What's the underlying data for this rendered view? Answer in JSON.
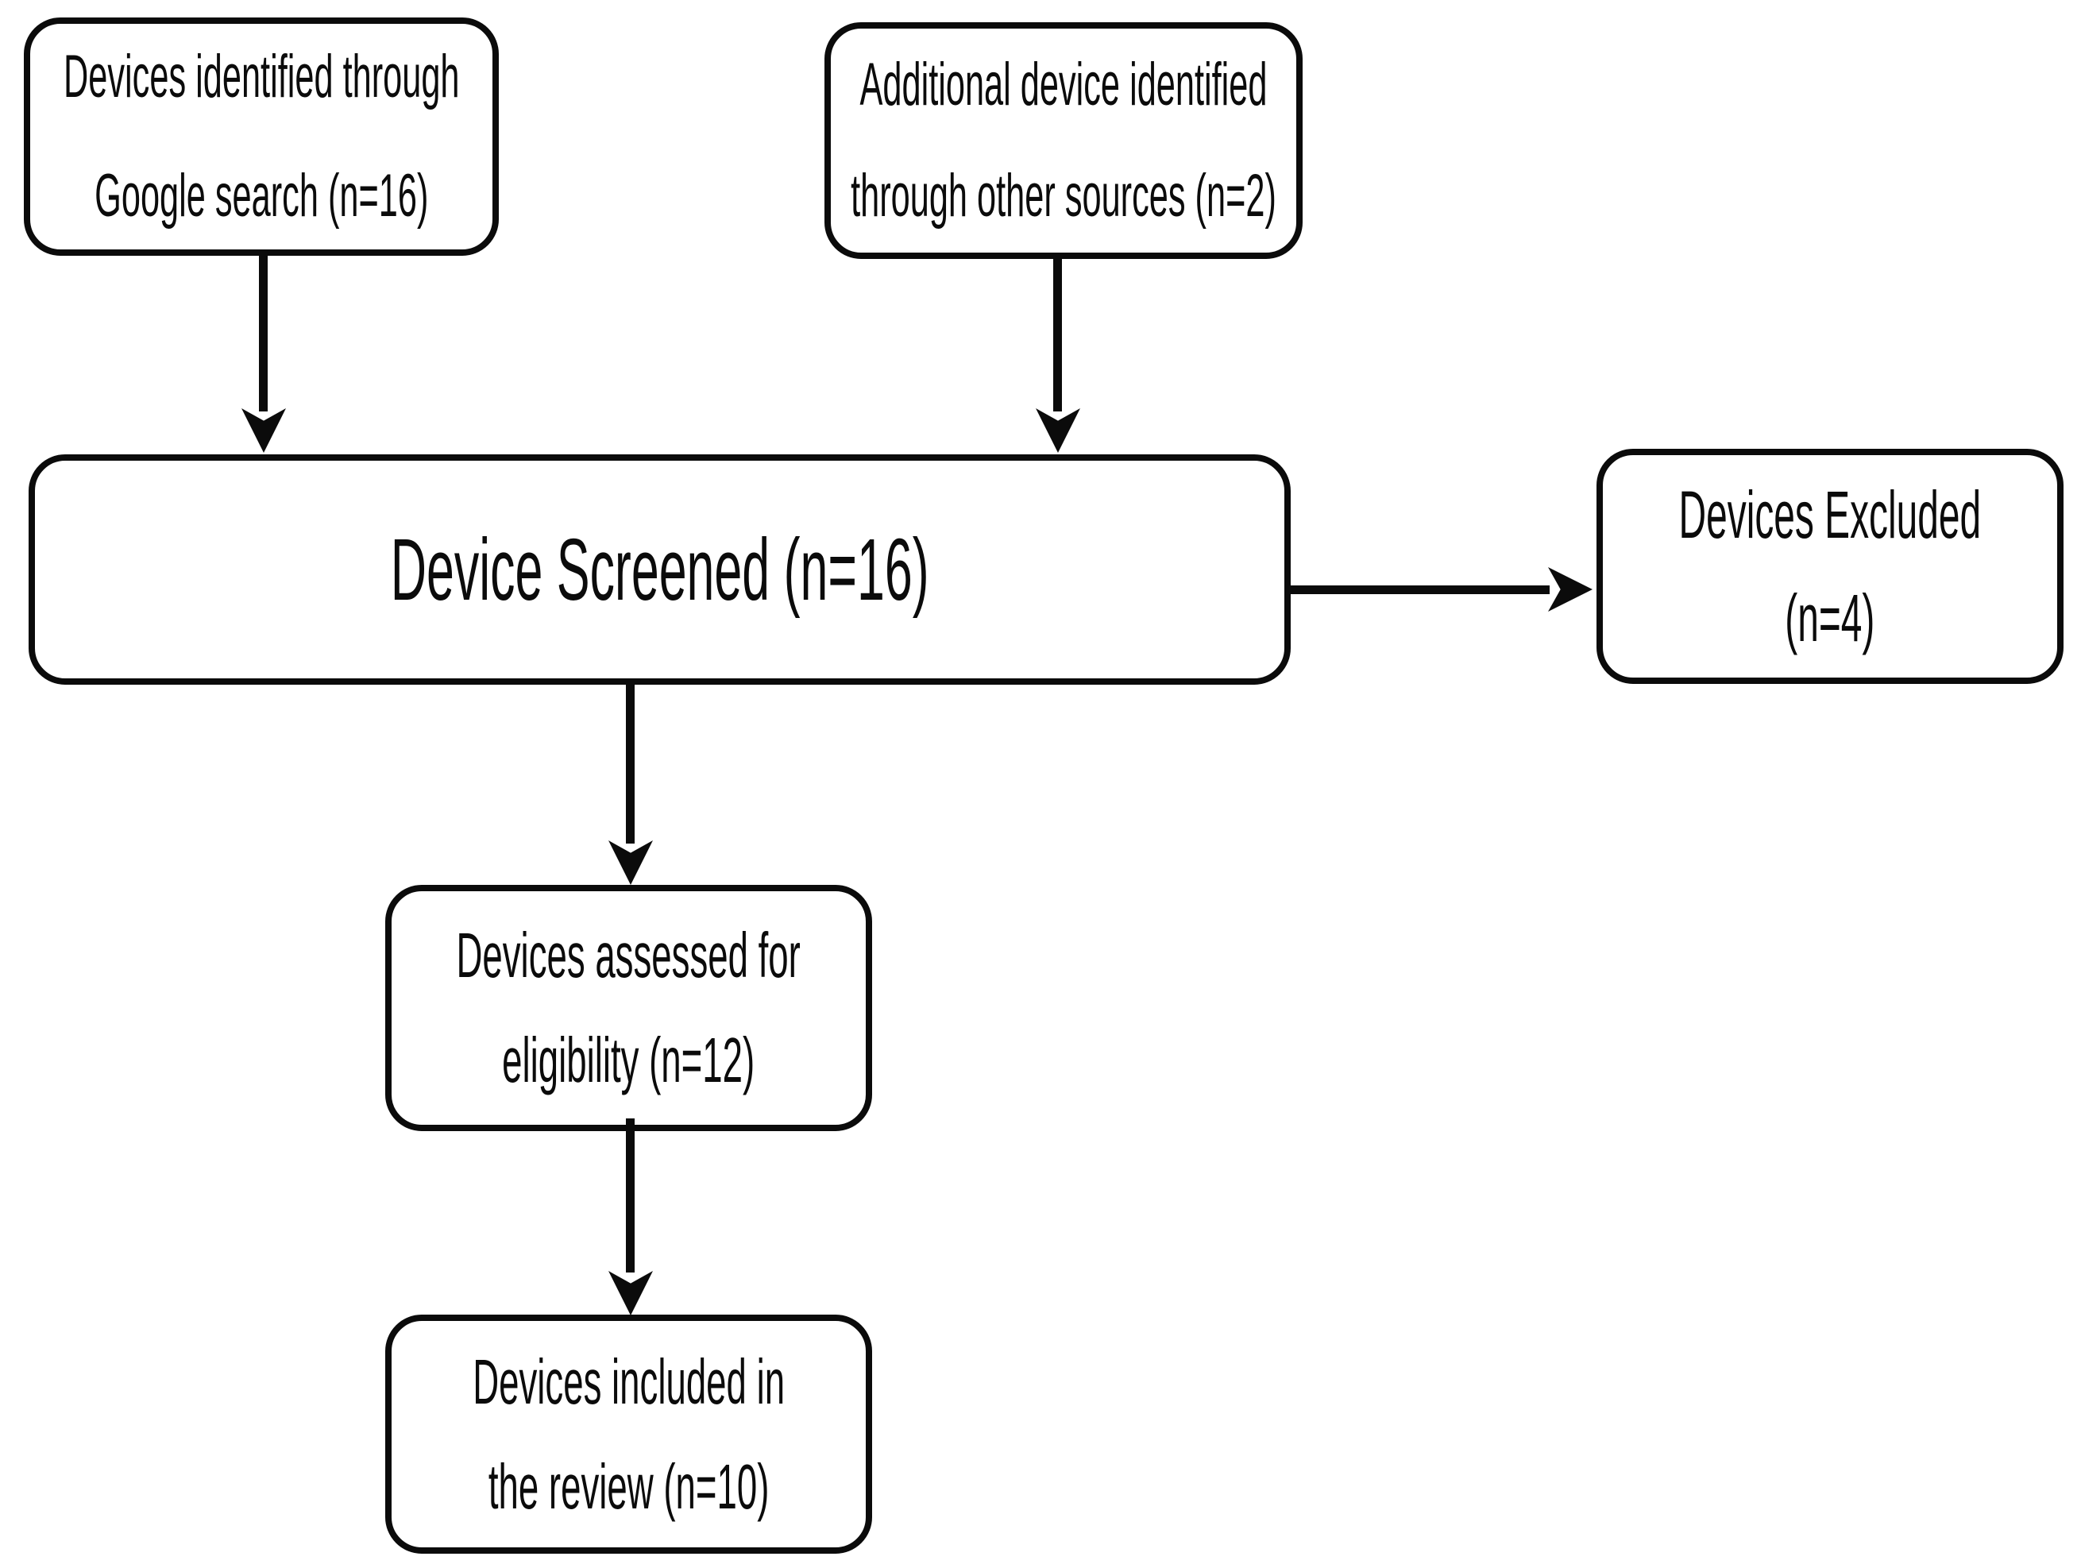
{
  "diagram": {
    "type": "flowchart",
    "colors": {
      "background": "#ffffff",
      "stroke": "#0b0b0b",
      "text": "#0b0b0b"
    },
    "boxes": [
      {
        "id": "identified-google",
        "lines": [
          "Devices identified through",
          "Google search (n=16)"
        ]
      },
      {
        "id": "identified-other-sources",
        "lines": [
          "Additional device identified",
          "through other sources (n=2)"
        ]
      },
      {
        "id": "screened",
        "lines": [
          "Device Screened (n=16)"
        ]
      },
      {
        "id": "excluded",
        "lines": [
          "Devices Excluded",
          "(n=4)"
        ]
      },
      {
        "id": "assessed-eligibility",
        "lines": [
          "Devices assessed for",
          "eligibility (n=12)"
        ]
      },
      {
        "id": "included-review",
        "lines": [
          "Devices included in",
          "the review (n=10)"
        ]
      }
    ],
    "arrows": [
      {
        "from": "identified-google",
        "to": "screened",
        "direction": "down"
      },
      {
        "from": "identified-other-sources",
        "to": "screened",
        "direction": "down"
      },
      {
        "from": "screened",
        "to": "excluded",
        "direction": "right"
      },
      {
        "from": "screened",
        "to": "assessed-eligibility",
        "direction": "down"
      },
      {
        "from": "assessed-eligibility",
        "to": "included-review",
        "direction": "down"
      }
    ]
  }
}
